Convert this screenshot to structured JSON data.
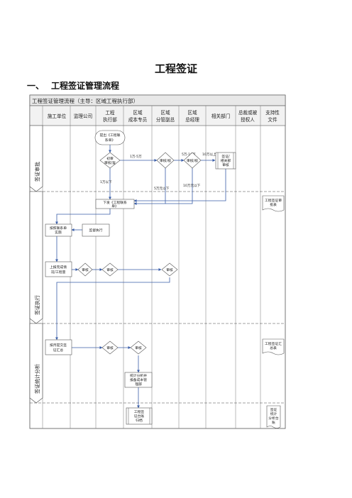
{
  "document": {
    "title": "工程签证",
    "section_number": "一、",
    "section_title": "工程签证管理流程"
  },
  "flowchart": {
    "title": "工程签证管理流程（主导：区域工程执行部）",
    "columns": [
      {
        "line1": "施工单位",
        "line2": ""
      },
      {
        "line1": "监理公司",
        "line2": ""
      },
      {
        "line1": "工程",
        "line2": "执行部"
      },
      {
        "line1": "区域",
        "line2": "成本专员"
      },
      {
        "line1": "区域",
        "line2": "分管副总"
      },
      {
        "line1": "区域",
        "line2": "总经理"
      },
      {
        "line1": "相关部门",
        "line2": ""
      },
      {
        "line1": "总裁或被",
        "line2": "授权人"
      },
      {
        "line1": "支持性",
        "line2": "文件"
      }
    ],
    "phases": [
      "签证审批",
      "签证执行",
      "签证统计分析"
    ],
    "nodes": {
      "start": {
        "line1": "提出《工程联",
        "line2": "系单》"
      },
      "d_review": {
        "line1": "初审",
        "line2": "审核/复"
      },
      "d_cost": {
        "line1": "审核/核",
        "line2": ""
      },
      "d_deputy": {
        "line1": "审核/核",
        "line2": ""
      },
      "related": {
        "line1": "签证/",
        "line2": "相关部",
        "line3": "审核"
      },
      "issue": {
        "line1": "下发《工程联系",
        "line2": "单》"
      },
      "contractor_exec": {
        "line1": "按照联系单",
        "line2": "实施"
      },
      "supervise": {
        "line1": "监督执行",
        "line2": ""
      },
      "submit": {
        "line1": "上报完成情",
        "line2": "况/工程量"
      },
      "d_sup_verify": {
        "line1": "审核"
      },
      "d_exec_verify": {
        "line1": "审核"
      },
      "d_cost_verify": {
        "line1": "审核"
      },
      "report": {
        "line1": "按月提交签",
        "line2": "证汇总"
      },
      "d_sup_sum": {
        "line1": "审核"
      },
      "d_exec_sum": {
        "line1": "审核"
      },
      "analysis": {
        "line1": "统计分析并",
        "line2": "报备成本管",
        "line3": "理部"
      },
      "archive": {
        "line1": "工程签",
        "line2": "证台账",
        "line3": "归档"
      }
    },
    "labels": {
      "below_10k": "1万以下",
      "range_1": "1万-5万",
      "range_2": "5万-10万",
      "range_3": "10万以上",
      "below_5": "5万元以下",
      "below_10": "10万元以下"
    },
    "documents": {
      "approval_form": {
        "line1": "工程签证审",
        "line2": "批表"
      },
      "summary_form": {
        "line1": "工程签证汇",
        "line2": "总表"
      },
      "ledger": {
        "line1": "签证",
        "line2": "统计",
        "line3": "分析台",
        "line4": "账"
      }
    }
  }
}
